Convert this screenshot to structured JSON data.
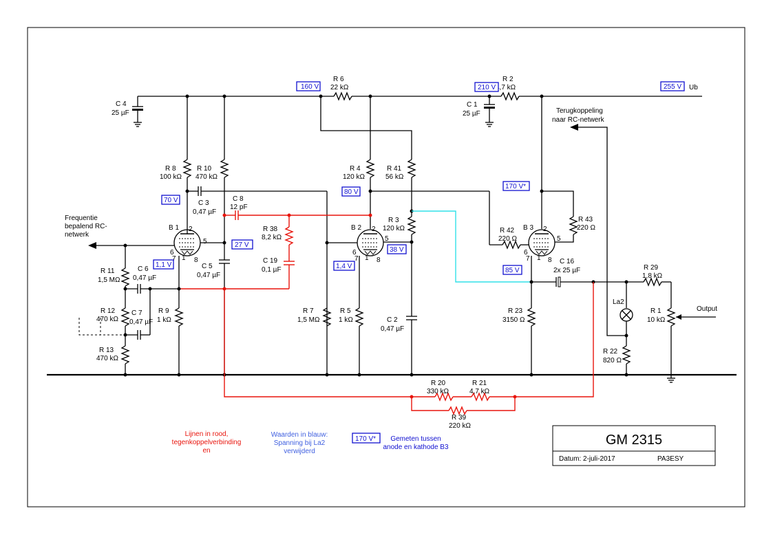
{
  "title_block": {
    "title": "GM 2315",
    "date": "Datum: 2-juli-2017",
    "author": "PA3ESY"
  },
  "supply": {
    "label": "Ub"
  },
  "voltages": {
    "v160": "160 V",
    "v210": "210 V",
    "v255": "255 V",
    "v170": "170 V*",
    "v80": "80 V",
    "v70": "70 V",
    "v27": "27 V",
    "v38": "38 V",
    "v11": "1,1 V",
    "v14": "1,4 V",
    "v85": "85 V"
  },
  "components": {
    "r6_name": "R 6",
    "r6_val": "22 kΩ",
    "r2_name": "R 2",
    "r2_val": "4,7 kΩ",
    "c4_name": "C 4",
    "c4_val": "25 µF",
    "c1_name": "C 1",
    "c1_val": "25 µF",
    "r8_name": "R 8",
    "r8_val": "100 kΩ",
    "r10_name": "R 10",
    "r10_val": "470 kΩ",
    "c3_name": "C 3",
    "c3_val": "0,47 µF",
    "c8_name": "C 8",
    "c8_val": "12 pF",
    "r38_name": "R 38",
    "r38_val": "8,2 kΩ",
    "c19_name": "C 19",
    "c19_val": "0,1 µF",
    "c5_name": "C 5",
    "c5_val": "0,47 µF",
    "r4_name": "R 4",
    "r4_val": "120 kΩ",
    "r41_name": "R 41",
    "r41_val": "56 kΩ",
    "r3_name": "R 3",
    "r3_val": "120 kΩ",
    "r7_name": "R 7",
    "r7_val": "1,5 MΩ",
    "r5_name": "R 5",
    "r5_val": "1 kΩ",
    "c2_name": "C 2",
    "c2_val": "0,47 µF",
    "r42_name": "R 42",
    "r42_val": "220 Ω",
    "r43_name": "R 43",
    "r43_val": "220 Ω",
    "c16_name": "C 16",
    "c16_val": "2x 25 µF",
    "r23_name": "R 23",
    "r23_val": "3150 Ω",
    "r29_name": "R 29",
    "r29_val": "1,8 kΩ",
    "r1_name": "R 1",
    "r1_val": "10 kΩ",
    "r22_name": "R 22",
    "r22_val": "820 Ω",
    "la2_name": "La2",
    "r11_name": "R 11",
    "r11_val": "1,5 MΩ",
    "c6_name": "C 6",
    "c6_val": "0,47 µF",
    "r12_name": "R 12",
    "r12_val": "470 kΩ",
    "c7_name": "C 7",
    "c7_val": "0,47 µF",
    "r13_name": "R 13",
    "r13_val": "470 kΩ",
    "r9_name": "R 9",
    "r9_val": "1 kΩ",
    "r20_name": "R 20",
    "r20_val": "330 kΩ",
    "r21_name": "R 21",
    "r21_val": "4,7 kΩ",
    "r39_name": "R 39",
    "r39_val": "220 kΩ"
  },
  "tubes": {
    "b1": "B 1",
    "b2": "B 2",
    "b3": "B 3",
    "pin2": "2",
    "pin5": "5",
    "pin6": "6",
    "pin7": "7",
    "pin8": "8",
    "pin1": "1"
  },
  "labels": {
    "freq_1": "Frequentie",
    "freq_2": "bepalend RC-",
    "freq_3": "netwerk",
    "fb_1": "Terugkoppeling",
    "fb_2": "naar RC-netwerk",
    "output": "Output"
  },
  "legend": {
    "red_1": "Lijnen in rood,",
    "red_2": "tegenkoppelverbinding",
    "red_3": "en",
    "blue_1": "Waarden in blauw:",
    "blue_2": "Spanning bij La2",
    "blue_3": "verwijderd",
    "meas_box": "170 V*",
    "meas_1": "Gemeten tussen",
    "meas_2": "anode en kathode B3"
  },
  "colors": {
    "feedback_lines": "#e8140c",
    "voltage_values": "#1010d0",
    "cyan_line": "#30e0e8"
  }
}
